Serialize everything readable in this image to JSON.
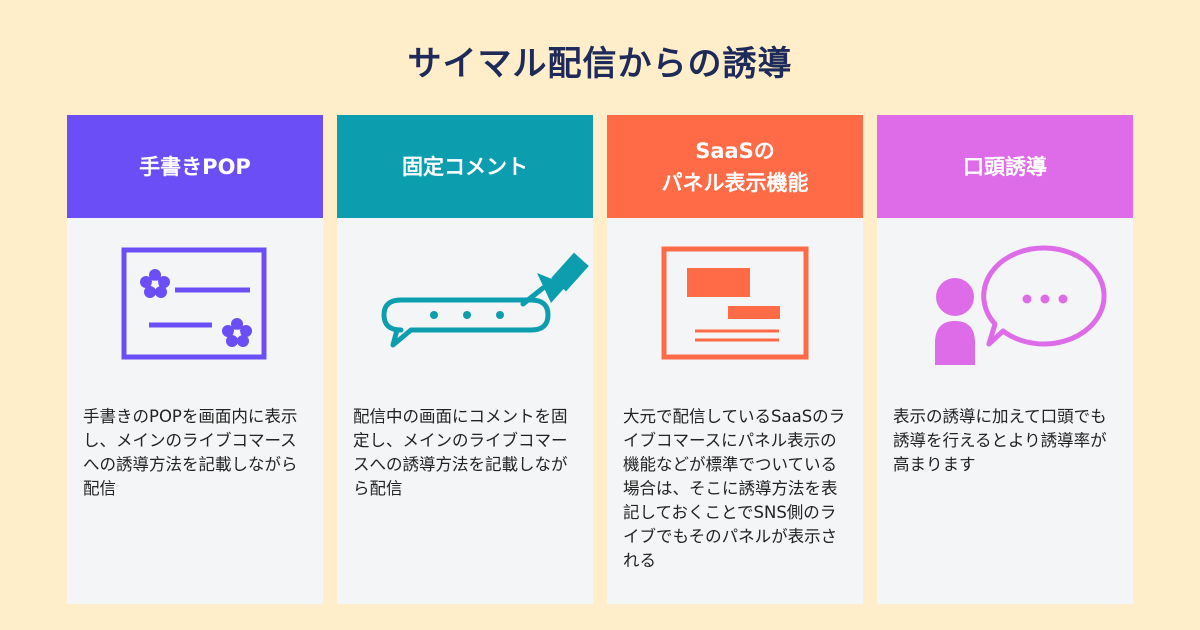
{
  "title": "サイマル配信からの誘導",
  "colors": {
    "background": "#FFEEC9",
    "title": "#1E2A5A",
    "card_body": "#F4F5F7",
    "card1": "#6B4EF5",
    "card2": "#0C9EAF",
    "card3": "#FF6B47",
    "card4": "#DE6BE8"
  },
  "cards": [
    {
      "header": "手書きPOP",
      "icon": "pop-sign-icon",
      "body": "手書きのPOPを画面内に表示し、メインのライブコマースへの誘導方法を記載しながら配信"
    },
    {
      "header": "固定コメント",
      "icon": "pinned-comment-icon",
      "body": "配信中の画面にコメントを固定し、メインのライブコマースへの誘導方法を記載しながら配信"
    },
    {
      "header": "SaaSの\nパネル表示機能",
      "icon": "panel-display-icon",
      "body": "大元で配信しているSaaSのライブコマースにパネル表示の機能などが標準でついている場合は、そこに誘導方法を表記しておくことでSNS側のライブでもそのパネルが表示される"
    },
    {
      "header": "口頭誘導",
      "icon": "speaking-person-icon",
      "body": "表示の誘導に加えて口頭でも誘導を行えるとより誘導率が高まります"
    }
  ]
}
